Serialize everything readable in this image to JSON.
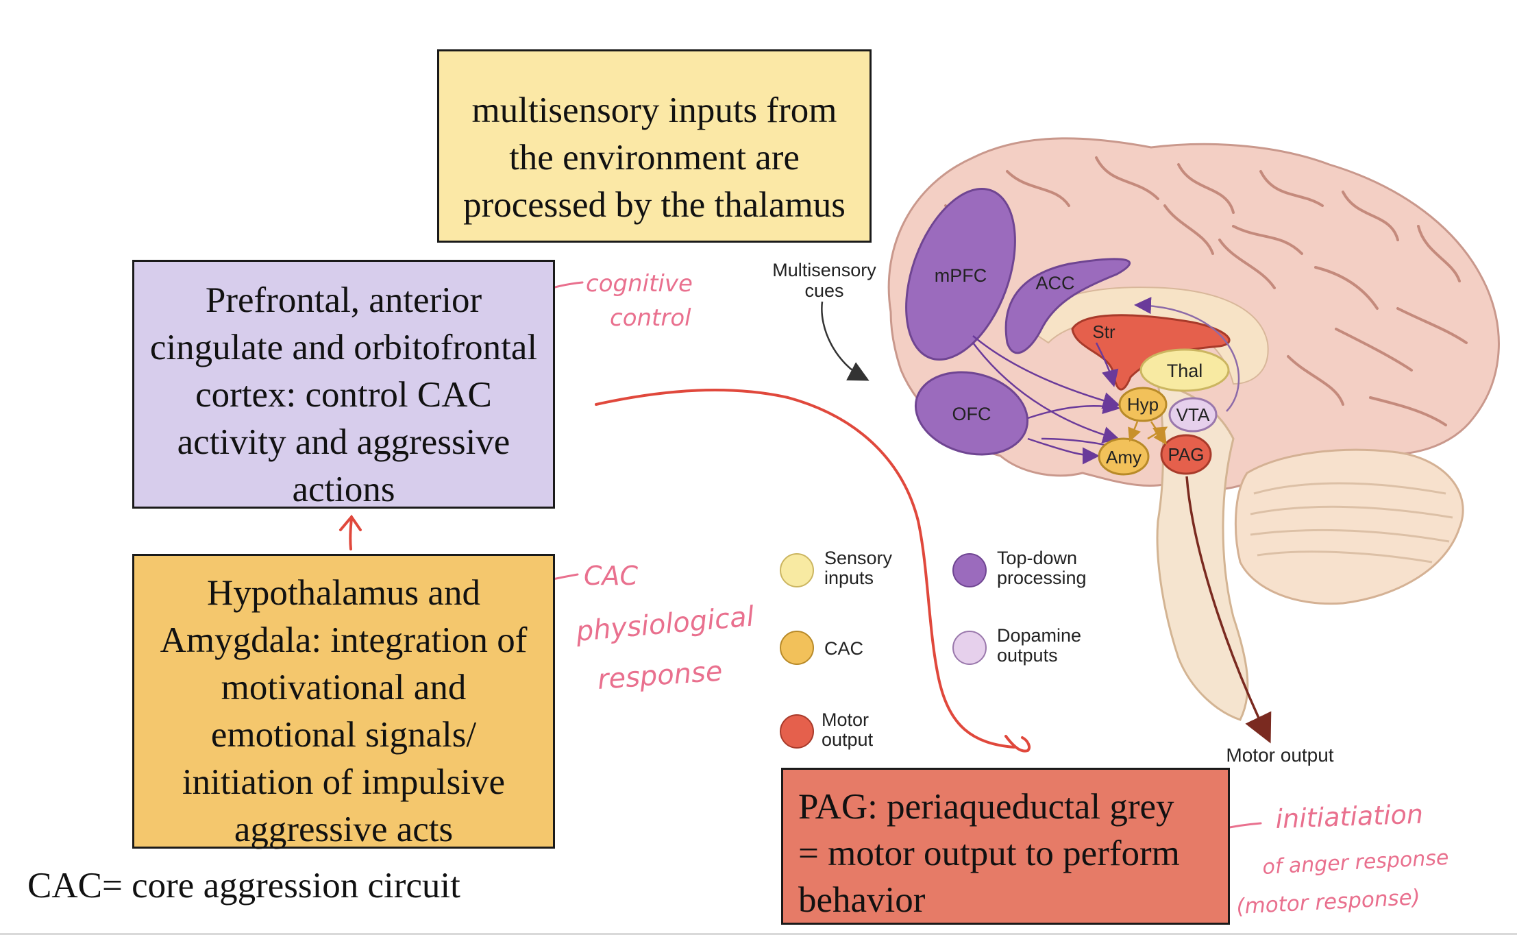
{
  "boxes": {
    "thalamus": "multisensory inputs from\nthe environment are\nprocessed by the thalamus",
    "cortex": "Prefrontal, anterior\ncingulate and orbitofrontal\ncortex: control CAC\nactivity and aggressive\nactions",
    "cac": "Hypothalamus and\nAmygdala: integration of\nmotivational and\nemotional signals/\ninitiation of impulsive\naggressive acts",
    "pag": "PAG: periaqueductal grey\n= motor output to perform\nbehavior"
  },
  "footnote": "CAC= core aggression circuit",
  "annotations": {
    "cognitive_1": "cognitive",
    "cognitive_2": "control",
    "cac_1": "CAC",
    "cac_2": "physiological",
    "cac_3": "response",
    "init_1": "initiatiation",
    "init_2": "of anger response",
    "init_3": "(motor response)"
  },
  "brain_labels": {
    "multisensory_1": "Multisensory",
    "multisensory_2": "cues",
    "mpfc": "mPFC",
    "acc": "ACC",
    "str": "Str",
    "thal": "Thal",
    "ofc": "OFC",
    "hyp": "Hyp",
    "vta": "VTA",
    "amy": "Amy",
    "pag": "PAG",
    "motor_output": "Motor output"
  },
  "legend": {
    "sensory_1": "Sensory",
    "sensory_2": "inputs",
    "topdown_1": "Top-down",
    "topdown_2": "processing",
    "cac": "CAC",
    "dopamine_1": "Dopamine",
    "dopamine_2": "outputs",
    "motor_1": "Motor",
    "motor_2": "output"
  },
  "colors": {
    "sensory": "#f8eaa2",
    "topdown": "#9b6bbd",
    "cac": "#f2c15a",
    "dopamine": "#e6d0ec",
    "motor": "#e5604c",
    "annotation": "#e9708e",
    "arrow_red": "#e0483c"
  }
}
